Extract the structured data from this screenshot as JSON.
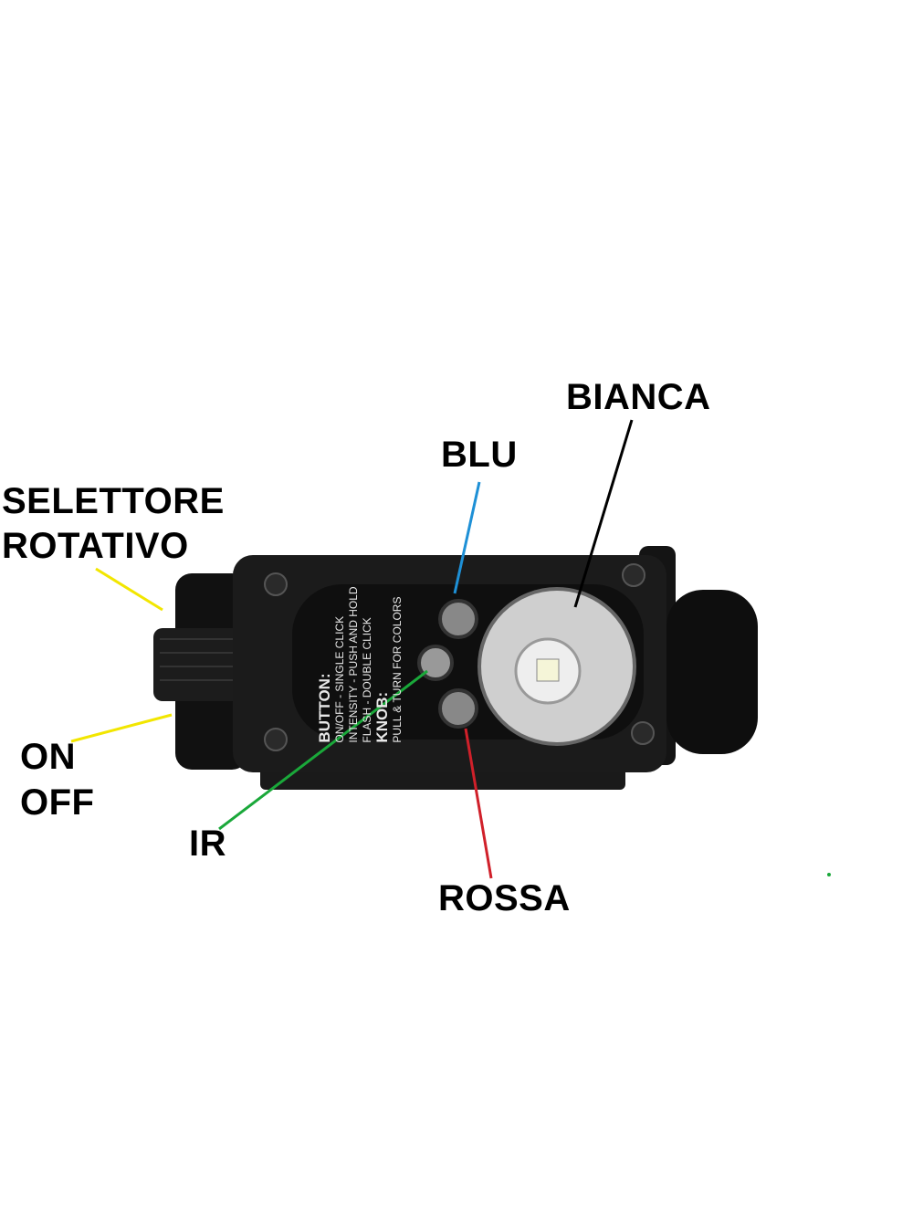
{
  "labels": {
    "bianca": "BIANCA",
    "blu": "BLU",
    "selettore_1": "SELETTORE",
    "selettore_2": "ROTATIVO",
    "on": "ON",
    "off": "OFF",
    "ir": "IR",
    "rossa": "ROSSA"
  },
  "device_text": {
    "button_heading": "BUTTON:",
    "line1": "ON/OFF - SINGLE CLICK",
    "line2": "INTENSITY - PUSH AND HOLD",
    "line3": "FLASH - DOUBLE CLICK",
    "knob_heading": "KNOB:",
    "line4": "PULL & TURN FOR COLORS"
  },
  "colors": {
    "blu": "#1e90d6",
    "rossa": "#d0202a",
    "ir": "#1aa83a",
    "selettore": "#f2e600",
    "bianca": "#000000"
  }
}
